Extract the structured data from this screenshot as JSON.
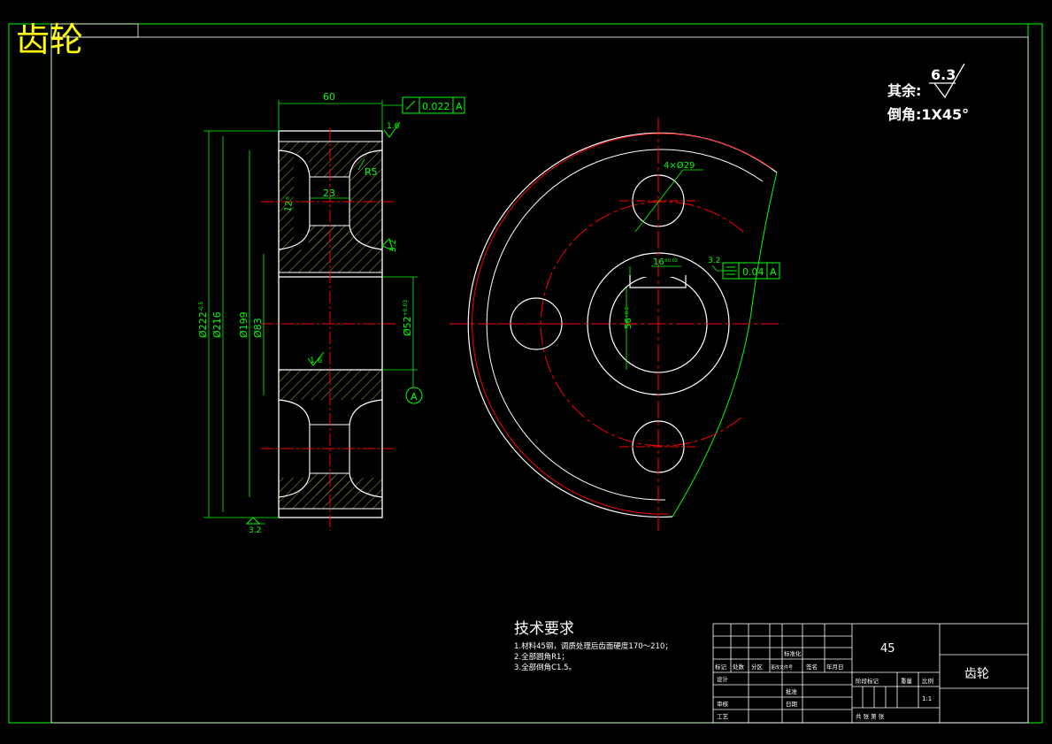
{
  "title": "齿轮",
  "colors": {
    "bg": "#000000",
    "green": "#00ff00",
    "white": "#ffffff",
    "red": "#ff0000",
    "yellow": "#ffff00",
    "hatch": "#7a7a3a"
  },
  "side_view": {
    "width_dim": "60",
    "runout": {
      "value": "0.022",
      "datum": "A"
    },
    "roughness_top": "1.6",
    "fillet": "R5",
    "web_width": "23",
    "angle": "12°",
    "roughness_web": "3.2",
    "roughness_bore": "1.6",
    "roughness_bottom": "3.2",
    "dia_tip": "Ø222",
    "dia_tip_sup": "-0.5",
    "dia_216": "Ø216",
    "dia_199": "Ø199",
    "dia_83": "Ø83",
    "dia_bore": "Ø52",
    "dia_bore_sup": "+0.03",
    "datum": "A"
  },
  "front_view": {
    "holes": "4×Ø29",
    "keyway_width": "16",
    "keyway_width_sup": "±0.02",
    "keyway_depth": "56",
    "keyway_depth_sup": "+0.2",
    "roughness_key": "3.2",
    "symmetry": {
      "symbol": "⌯",
      "value": "0.04",
      "datum": "A"
    }
  },
  "surface_note": {
    "rest_label": "其余:",
    "rest_value": "6.3",
    "chamfer": "倒角:1X45°"
  },
  "tech_req": {
    "heading": "技术要求",
    "lines": [
      "1.材料45钢，调质处理后齿面硬度170～210；",
      "2.全部圆角R1；",
      "3.全部倒角C1.5。"
    ]
  },
  "title_block": {
    "material": "45",
    "part_name": "齿轮",
    "header_labels": [
      "标记",
      "处数",
      "分区",
      "更改文件号",
      "签名",
      "年月日"
    ],
    "left_labels": [
      "设计",
      "审核",
      "工艺"
    ],
    "mid_labels": [
      "标准化",
      "批准",
      "日期"
    ],
    "stage_labels": [
      "阶段标记",
      "重量",
      "比例"
    ],
    "scale": "1:1",
    "sheet": "共  张  第  张"
  }
}
